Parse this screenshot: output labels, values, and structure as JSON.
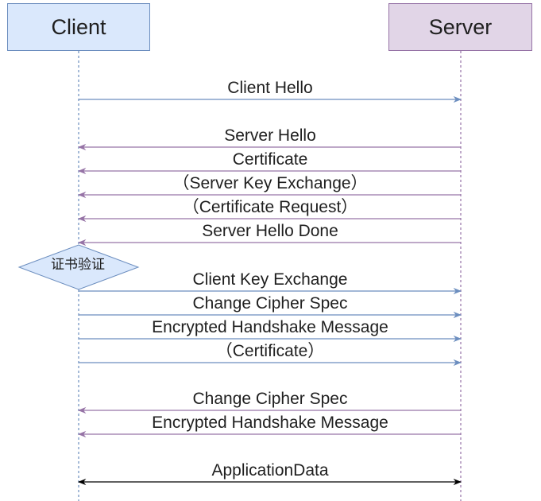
{
  "actors": {
    "client": "Client",
    "server": "Server"
  },
  "verify_step": "证书验证",
  "messages": [
    {
      "label": "Client Hello",
      "direction": "to-server",
      "color": "#6c8ebf"
    },
    {
      "label": "Server Hello",
      "direction": "to-client",
      "color": "#9673a6"
    },
    {
      "label": "Certificate",
      "direction": "to-client",
      "color": "#9673a6"
    },
    {
      "label": "（Server Key Exchange）",
      "direction": "to-client",
      "color": "#9673a6"
    },
    {
      "label": "（Certificate Request）",
      "direction": "to-client",
      "color": "#9673a6"
    },
    {
      "label": "Server Hello Done",
      "direction": "to-client",
      "color": "#9673a6"
    },
    {
      "label": "Client Key Exchange",
      "direction": "to-server",
      "color": "#6c8ebf"
    },
    {
      "label": "Change Cipher Spec",
      "direction": "to-server",
      "color": "#6c8ebf"
    },
    {
      "label": "Encrypted Handshake Message",
      "direction": "to-server",
      "color": "#6c8ebf"
    },
    {
      "label": "（Certificate）",
      "direction": "to-server",
      "color": "#6c8ebf"
    },
    {
      "label": "Change Cipher Spec",
      "direction": "to-client",
      "color": "#9673a6"
    },
    {
      "label": "Encrypted Handshake Message",
      "direction": "to-client",
      "color": "#9673a6"
    },
    {
      "label": "ApplicationData",
      "direction": "both",
      "color": "#000000"
    }
  ]
}
